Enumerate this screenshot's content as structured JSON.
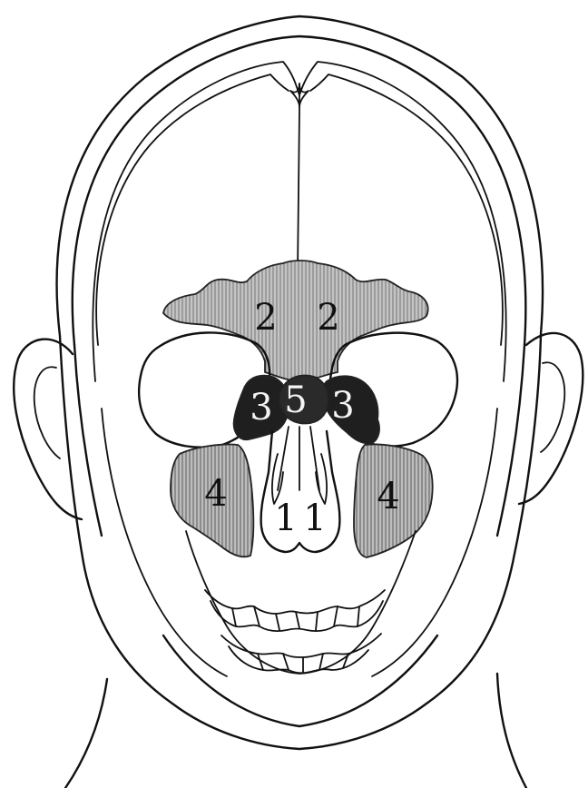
{
  "labels": {
    "nasal_cavity_left": "1",
    "nasal_cavity_right": "1",
    "frontal_sinus_left": "2",
    "frontal_sinus_right": "2",
    "ethmoid_sinus_left": "3",
    "ethmoid_sinus_right": "3",
    "sphenoid_sinus": "5",
    "maxillary_sinus_left": "4",
    "maxillary_sinus_right": "4"
  },
  "colors": {
    "line": "#111111",
    "frontal_fill": "#b8b8b8",
    "maxillary_fill": "#b0b0b0",
    "ethmoid_fill": "#262626",
    "background": "#ffffff"
  }
}
